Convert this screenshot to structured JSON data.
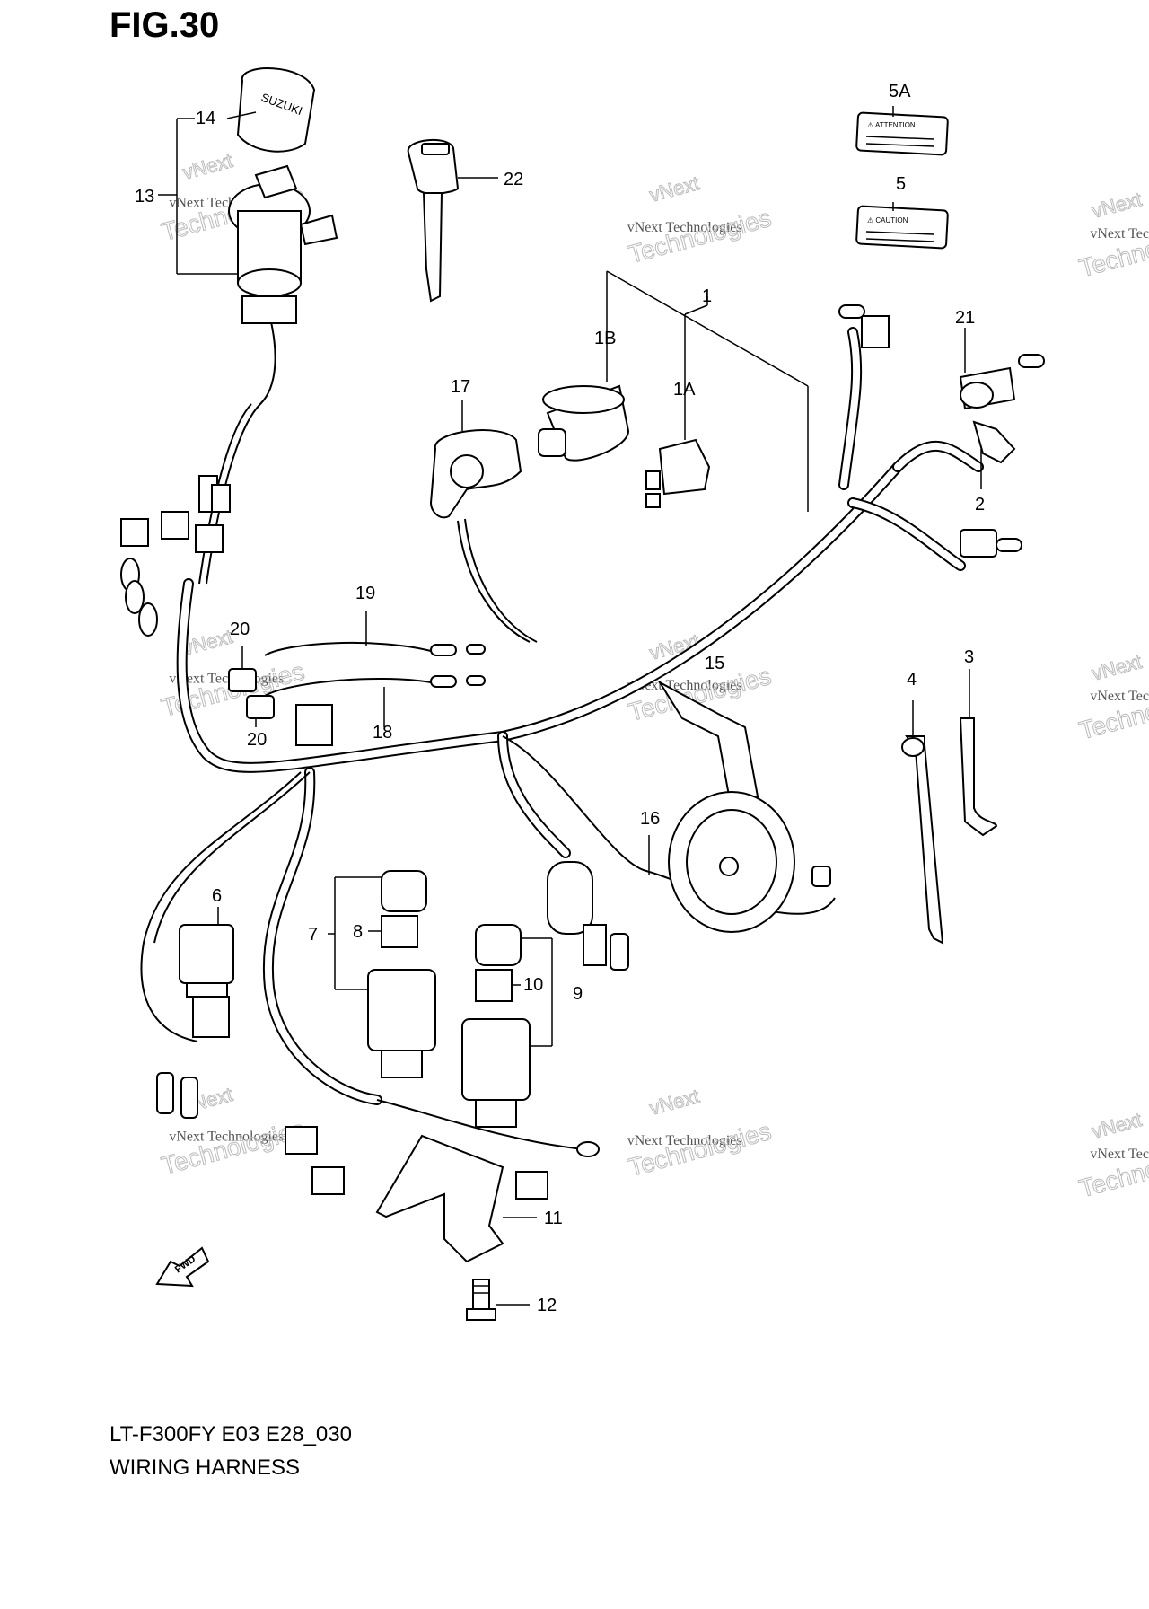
{
  "figure_title": "FIG.30",
  "model_code": "LT-F300FY E03 E28_030",
  "section_title": "WIRING HARNESS",
  "fwd_label": "FWD",
  "label_texts": {
    "attention": "⚠ ATTENTION",
    "caution": "⚠ CAUTION"
  },
  "logo_text": "SUZUKI",
  "watermark": {
    "line": "vNext Technologies",
    "top": "vNext",
    "big": "Technologies"
  },
  "callouts": [
    {
      "id": "c1",
      "text": "1"
    },
    {
      "id": "c1A",
      "text": "1A"
    },
    {
      "id": "c1B",
      "text": "1B"
    },
    {
      "id": "c2",
      "text": "2"
    },
    {
      "id": "c3",
      "text": "3"
    },
    {
      "id": "c4",
      "text": "4"
    },
    {
      "id": "c5",
      "text": "5"
    },
    {
      "id": "c5A",
      "text": "5A"
    },
    {
      "id": "c6",
      "text": "6"
    },
    {
      "id": "c7",
      "text": "7"
    },
    {
      "id": "c8",
      "text": "8"
    },
    {
      "id": "c9",
      "text": "9"
    },
    {
      "id": "c10",
      "text": "10"
    },
    {
      "id": "c11",
      "text": "11"
    },
    {
      "id": "c12",
      "text": "12"
    },
    {
      "id": "c13",
      "text": "13"
    },
    {
      "id": "c14",
      "text": "14"
    },
    {
      "id": "c15",
      "text": "15"
    },
    {
      "id": "c16",
      "text": "16"
    },
    {
      "id": "c17",
      "text": "17"
    },
    {
      "id": "c18",
      "text": "18"
    },
    {
      "id": "c19",
      "text": "19"
    },
    {
      "id": "c20a",
      "text": "20"
    },
    {
      "id": "c20b",
      "text": "20"
    },
    {
      "id": "c21",
      "text": "21"
    },
    {
      "id": "c22",
      "text": "22"
    }
  ]
}
